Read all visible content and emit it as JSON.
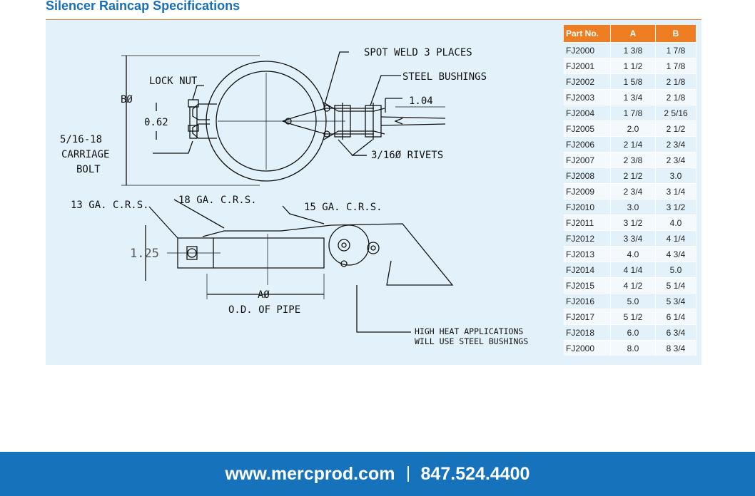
{
  "title": "Silencer Raincap Specifications",
  "drawing": {
    "spot_weld": "SPOT WELD 3 PLACES",
    "steel_bushings": "STEEL BUSHINGS",
    "lock_nut": "LOCK NUT",
    "b_dia": "BØ",
    "dim_062": "0.62",
    "dim_104": "1.04",
    "carriage_1": "5/16-18",
    "carriage_2": "CARRIAGE",
    "carriage_3": "BOLT",
    "rivets": "3/16Ø RIVETS",
    "ga13": "13 GA. C.R.S.",
    "ga18": "18 GA. C.R.S.",
    "ga15": "15 GA. C.R.S.",
    "dim_125": "1.25",
    "a_dia": "AØ",
    "od_pipe": "O.D. OF PIPE",
    "high_heat_1": "HIGH HEAT APPLICATIONS",
    "high_heat_2": "WILL USE STEEL BUSHINGS"
  },
  "table": {
    "headers": [
      "Part No.",
      "A",
      "B"
    ],
    "rows": [
      [
        "FJ2000",
        "1 3/8",
        "1 7/8"
      ],
      [
        "FJ2001",
        "1 1/2",
        "1 7/8"
      ],
      [
        "FJ2002",
        "1 5/8",
        "2 1/8"
      ],
      [
        "FJ2003",
        "1 3/4",
        "2 1/8"
      ],
      [
        "FJ2004",
        "1 7/8",
        "2 5/16"
      ],
      [
        "FJ2005",
        "2.0",
        "2 1/2"
      ],
      [
        "FJ2006",
        "2 1/4",
        "2 3/4"
      ],
      [
        "FJ2007",
        "2 3/8",
        "2 3/4"
      ],
      [
        "FJ2008",
        "2 1/2",
        "3.0"
      ],
      [
        "FJ2009",
        "2 3/4",
        "3 1/4"
      ],
      [
        "FJ2010",
        "3.0",
        "3 1/2"
      ],
      [
        "FJ2011",
        "3 1/2",
        "4.0"
      ],
      [
        "FJ2012",
        "3 3/4",
        "4 1/4"
      ],
      [
        "FJ2013",
        "4.0",
        "4 3/4"
      ],
      [
        "FJ2014",
        "4 1/4",
        "5.0"
      ],
      [
        "FJ2015",
        "4 1/2",
        "5 1/4"
      ],
      [
        "FJ2016",
        "5.0",
        "5 3/4"
      ],
      [
        "FJ2017",
        "5 1/2",
        "6 1/4"
      ],
      [
        "FJ2018",
        "6.0",
        "6 3/4"
      ],
      [
        "FJ2000",
        "8.0",
        "8 3/4"
      ]
    ]
  },
  "footer": {
    "website": "www.mercprod.com",
    "phone": "847.524.4400"
  }
}
